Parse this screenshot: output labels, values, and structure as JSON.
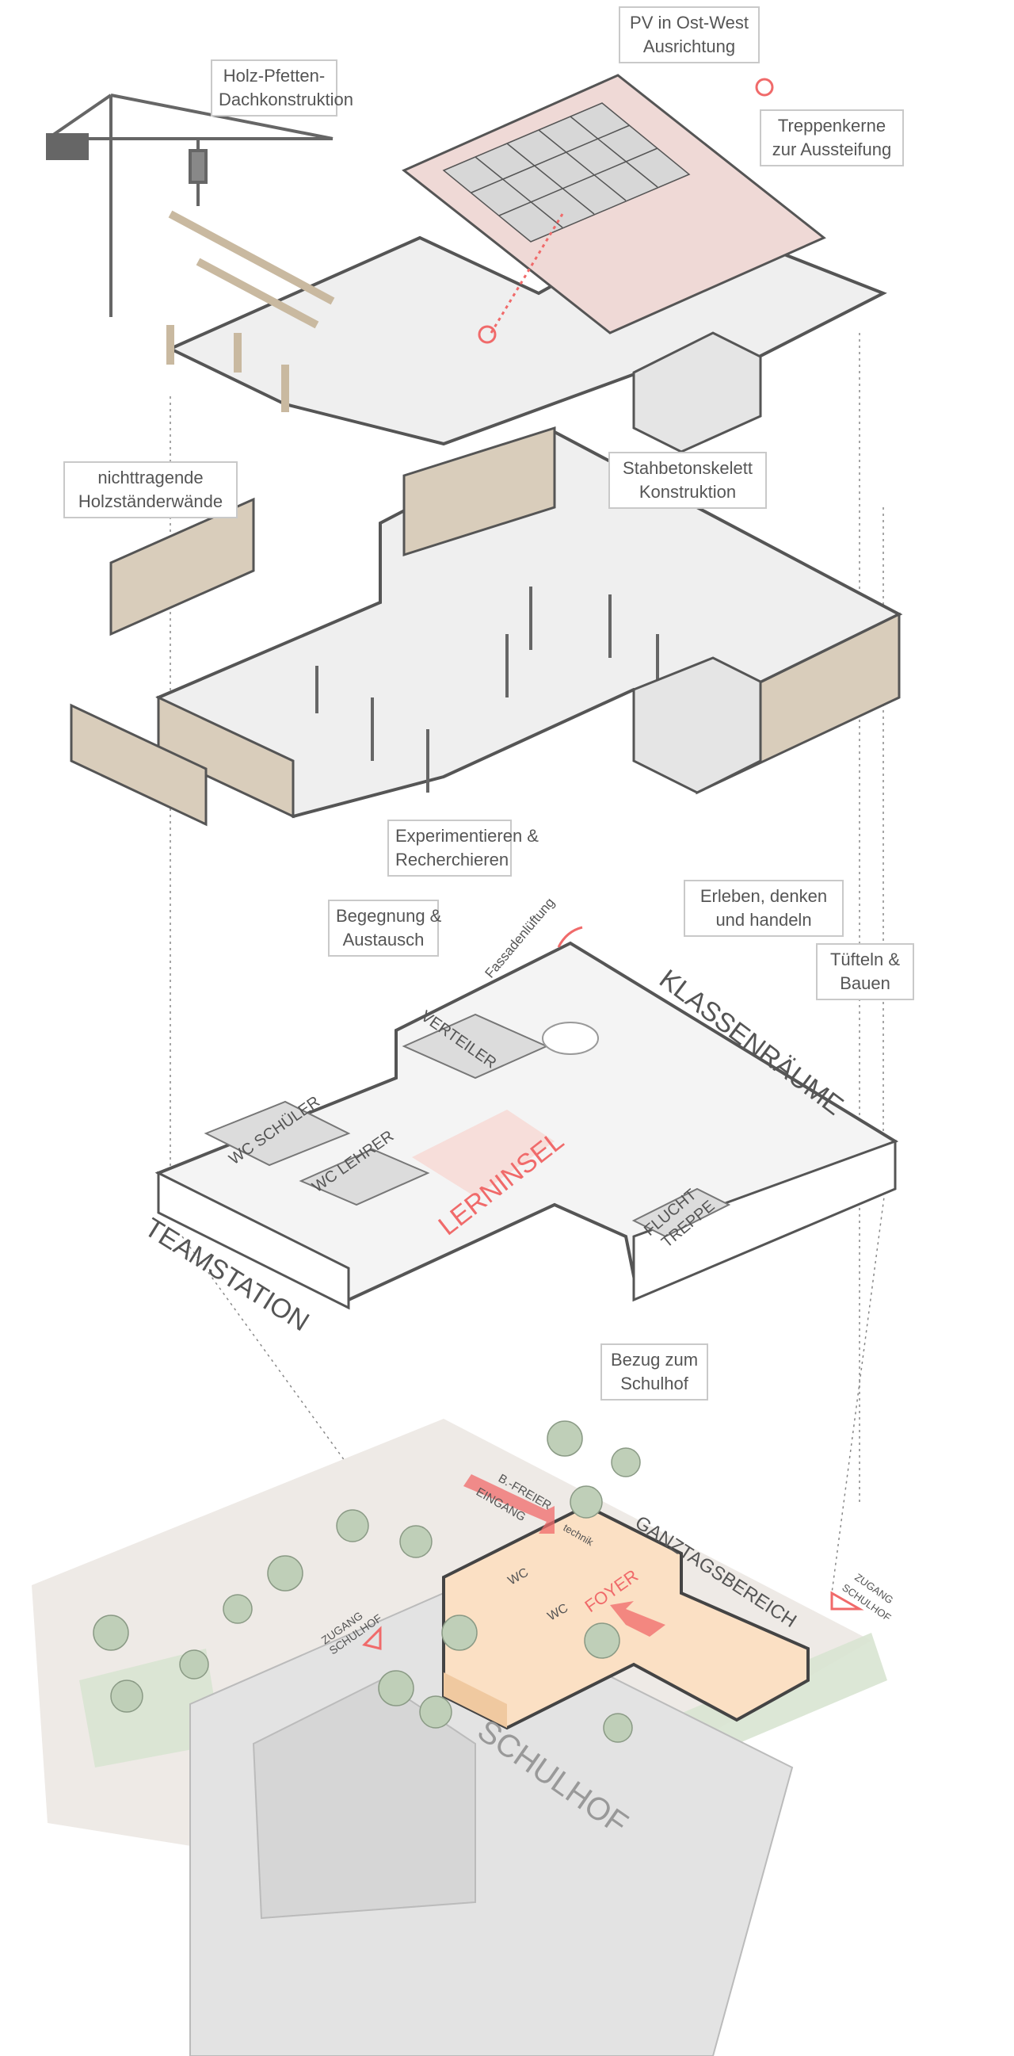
{
  "colors": {
    "line": "#555555",
    "accent_red": "#f06a6a",
    "roof_pink": "#efd9d6",
    "wood": "#d9cdbb",
    "orange": "#fbe0c4",
    "green": "#d8e4d2",
    "floor": "#efefef"
  },
  "labels": {
    "pv": [
      "PV in Ost-West",
      "Ausrichtung"
    ],
    "holz": [
      "Holz-Pfetten-",
      "Dachkonstruktion"
    ],
    "treppen": [
      "Treppenkerne",
      "zur Aussteifung"
    ],
    "nichttragend": [
      "nichttragende",
      "Holzständerwände"
    ],
    "stahl": [
      "Stahbetonskelett",
      "Konstruktion"
    ],
    "experimentieren": [
      "Experimentieren &",
      "Recherchieren"
    ],
    "begegnung": [
      "Begegnung &",
      "Austausch"
    ],
    "erleben": [
      "Erleben, denken",
      "und handeln"
    ],
    "tuefteln": [
      "Tüfteln &",
      "Bauen"
    ],
    "bezug": [
      "Bezug zum",
      "Schulhof"
    ]
  },
  "floor_tags": {
    "klassenraeume": "KLASSENRÄUME",
    "teamstation": "TEAMSTATION",
    "lerninsel": "LERNINSEL",
    "verteiler": "VERTEILER",
    "wc_schueler": "WC SCHÜLER",
    "wc_lehrer": "WC LEHRER",
    "flucht": "FLUCHT",
    "treppe": "TREPPE",
    "fassade": "Fassadenlüftung"
  },
  "site_tags": {
    "ganztag": "GANZTAGSBEREICH",
    "foyer": "FOYER",
    "wc1": "WC",
    "wc2": "WC",
    "technik": "technik",
    "bfreier": "B.-FREIER",
    "eingang": "EINGANG",
    "zugang_l1": "ZUGANG",
    "zugang_l2": "SCHULHOF",
    "zugang_r1": "ZUGANG",
    "zugang_r2": "SCHULHOF",
    "schulhof": "SCHULHOF"
  }
}
